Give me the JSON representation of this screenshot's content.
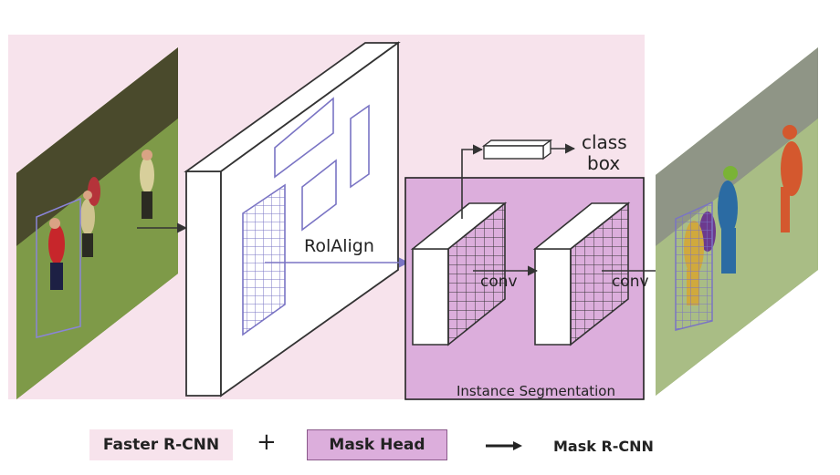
{
  "diagram": {
    "roi_label": "RolAlign",
    "class_label": "class",
    "box_label": "box",
    "conv1_label": "conv",
    "conv2_label": "conv",
    "segmentation_label": "Instance Segmentation"
  },
  "legend": {
    "faster_rcnn": "Faster R-CNN",
    "plus": "+",
    "mask_head": "Mask Head",
    "result": "Mask R-CNN"
  },
  "colors": {
    "faster_bg": "#f7e3ec",
    "mask_bg": "#dcaedc",
    "roi_stroke": "#7a74c4"
  }
}
